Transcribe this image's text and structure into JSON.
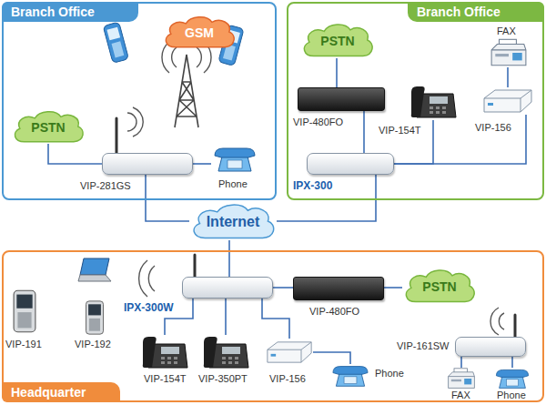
{
  "diagram": {
    "nodes": [
      {
        "text": [
          "Branch Office"
        ]
      },
      {
        "text": [
          "GSM"
        ],
        "in": 0
      },
      {
        "text": [
          "PSTN"
        ],
        "in": 0
      },
      {
        "text": [
          "VIP-281GS"
        ],
        "in": 0
      },
      {
        "text": [
          "Phone"
        ],
        "in": 0
      },
      {
        "text": [
          "Branch Office"
        ]
      },
      {
        "text": [
          "PSTN"
        ],
        "in": 5
      },
      {
        "text": [
          "FAX"
        ],
        "in": 5
      },
      {
        "text": [
          "VIP-480FO"
        ],
        "in": 5
      },
      {
        "text": [
          "VIP-154T"
        ],
        "in": 5
      },
      {
        "text": [
          "VIP-156"
        ],
        "in": 5
      },
      {
        "text": [
          "IPX-300"
        ],
        "in": 5
      },
      {
        "text": [
          "Internet"
        ]
      },
      {
        "text": [
          "Headquarter"
        ]
      },
      {
        "text": [
          "IPX-300W"
        ],
        "in": 13
      },
      {
        "text": [
          "VIP-480FO"
        ],
        "in": 13
      },
      {
        "text": [
          "PSTN"
        ],
        "in": 13
      },
      {
        "text": [
          "VIP-191"
        ],
        "in": 13
      },
      {
        "text": [
          "VIP-192"
        ],
        "in": 13
      },
      {
        "text": [
          "VIP-154T"
        ],
        "in": 13
      },
      {
        "text": [
          "VIP-350PT"
        ],
        "in": 13
      },
      {
        "text": [
          "VIP-156"
        ],
        "in": 13
      },
      {
        "text": [
          "Phone"
        ],
        "in": 13
      },
      {
        "text": [
          "VIP-161SW"
        ],
        "in": 13
      },
      {
        "text": [
          "FAX"
        ],
        "in": 13
      },
      {
        "text": [
          "Phone"
        ],
        "in": 13
      }
    ],
    "edges": [
      {
        "from": 2,
        "to": 3,
        "arrow": "none"
      },
      {
        "from": 3,
        "to": 4,
        "arrow": "none"
      },
      {
        "from": 3,
        "to": 12,
        "arrow": "none"
      },
      {
        "from": 11,
        "to": 12,
        "arrow": "none"
      },
      {
        "from": 12,
        "to": 14,
        "arrow": "none"
      },
      {
        "from": 6,
        "to": 8,
        "arrow": "none"
      },
      {
        "from": 8,
        "to": 11,
        "arrow": "none"
      },
      {
        "from": 11,
        "to": 9,
        "arrow": "none"
      },
      {
        "from": 11,
        "to": 10,
        "arrow": "none"
      },
      {
        "from": 10,
        "to": 7,
        "arrow": "none"
      },
      {
        "from": 14,
        "to": 15,
        "arrow": "none"
      },
      {
        "from": 15,
        "to": 16,
        "arrow": "none"
      },
      {
        "from": 14,
        "to": 19,
        "arrow": "none"
      },
      {
        "from": 14,
        "to": 20,
        "arrow": "none"
      },
      {
        "from": 14,
        "to": 21,
        "arrow": "none"
      },
      {
        "from": 21,
        "to": 22,
        "arrow": "none"
      },
      {
        "from": 23,
        "to": 24,
        "arrow": "none"
      },
      {
        "from": 23,
        "to": 25,
        "arrow": "none"
      }
    ]
  }
}
